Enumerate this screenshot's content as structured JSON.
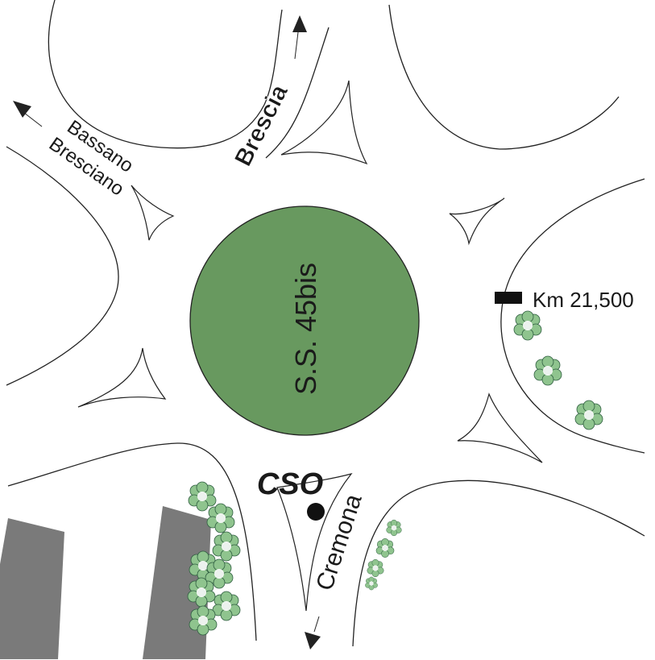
{
  "colors": {
    "roundabout": "#68995f",
    "building": "#7a7a7a",
    "tree_dark": "#3f7a55",
    "tree_light": "#8fc48e",
    "line": "#222222"
  },
  "center_label": "S.S. 45bis",
  "destinations": {
    "north": "Brescia",
    "northwest_line1": "Bassano",
    "northwest_line2": "Bresciano",
    "south": "Cremona"
  },
  "milestone_label": "Km 21,500",
  "site_label": "CSO",
  "icons": {
    "milestone": "black-rectangle-marker",
    "site": "black-dot-marker",
    "direction": "arrowhead"
  }
}
